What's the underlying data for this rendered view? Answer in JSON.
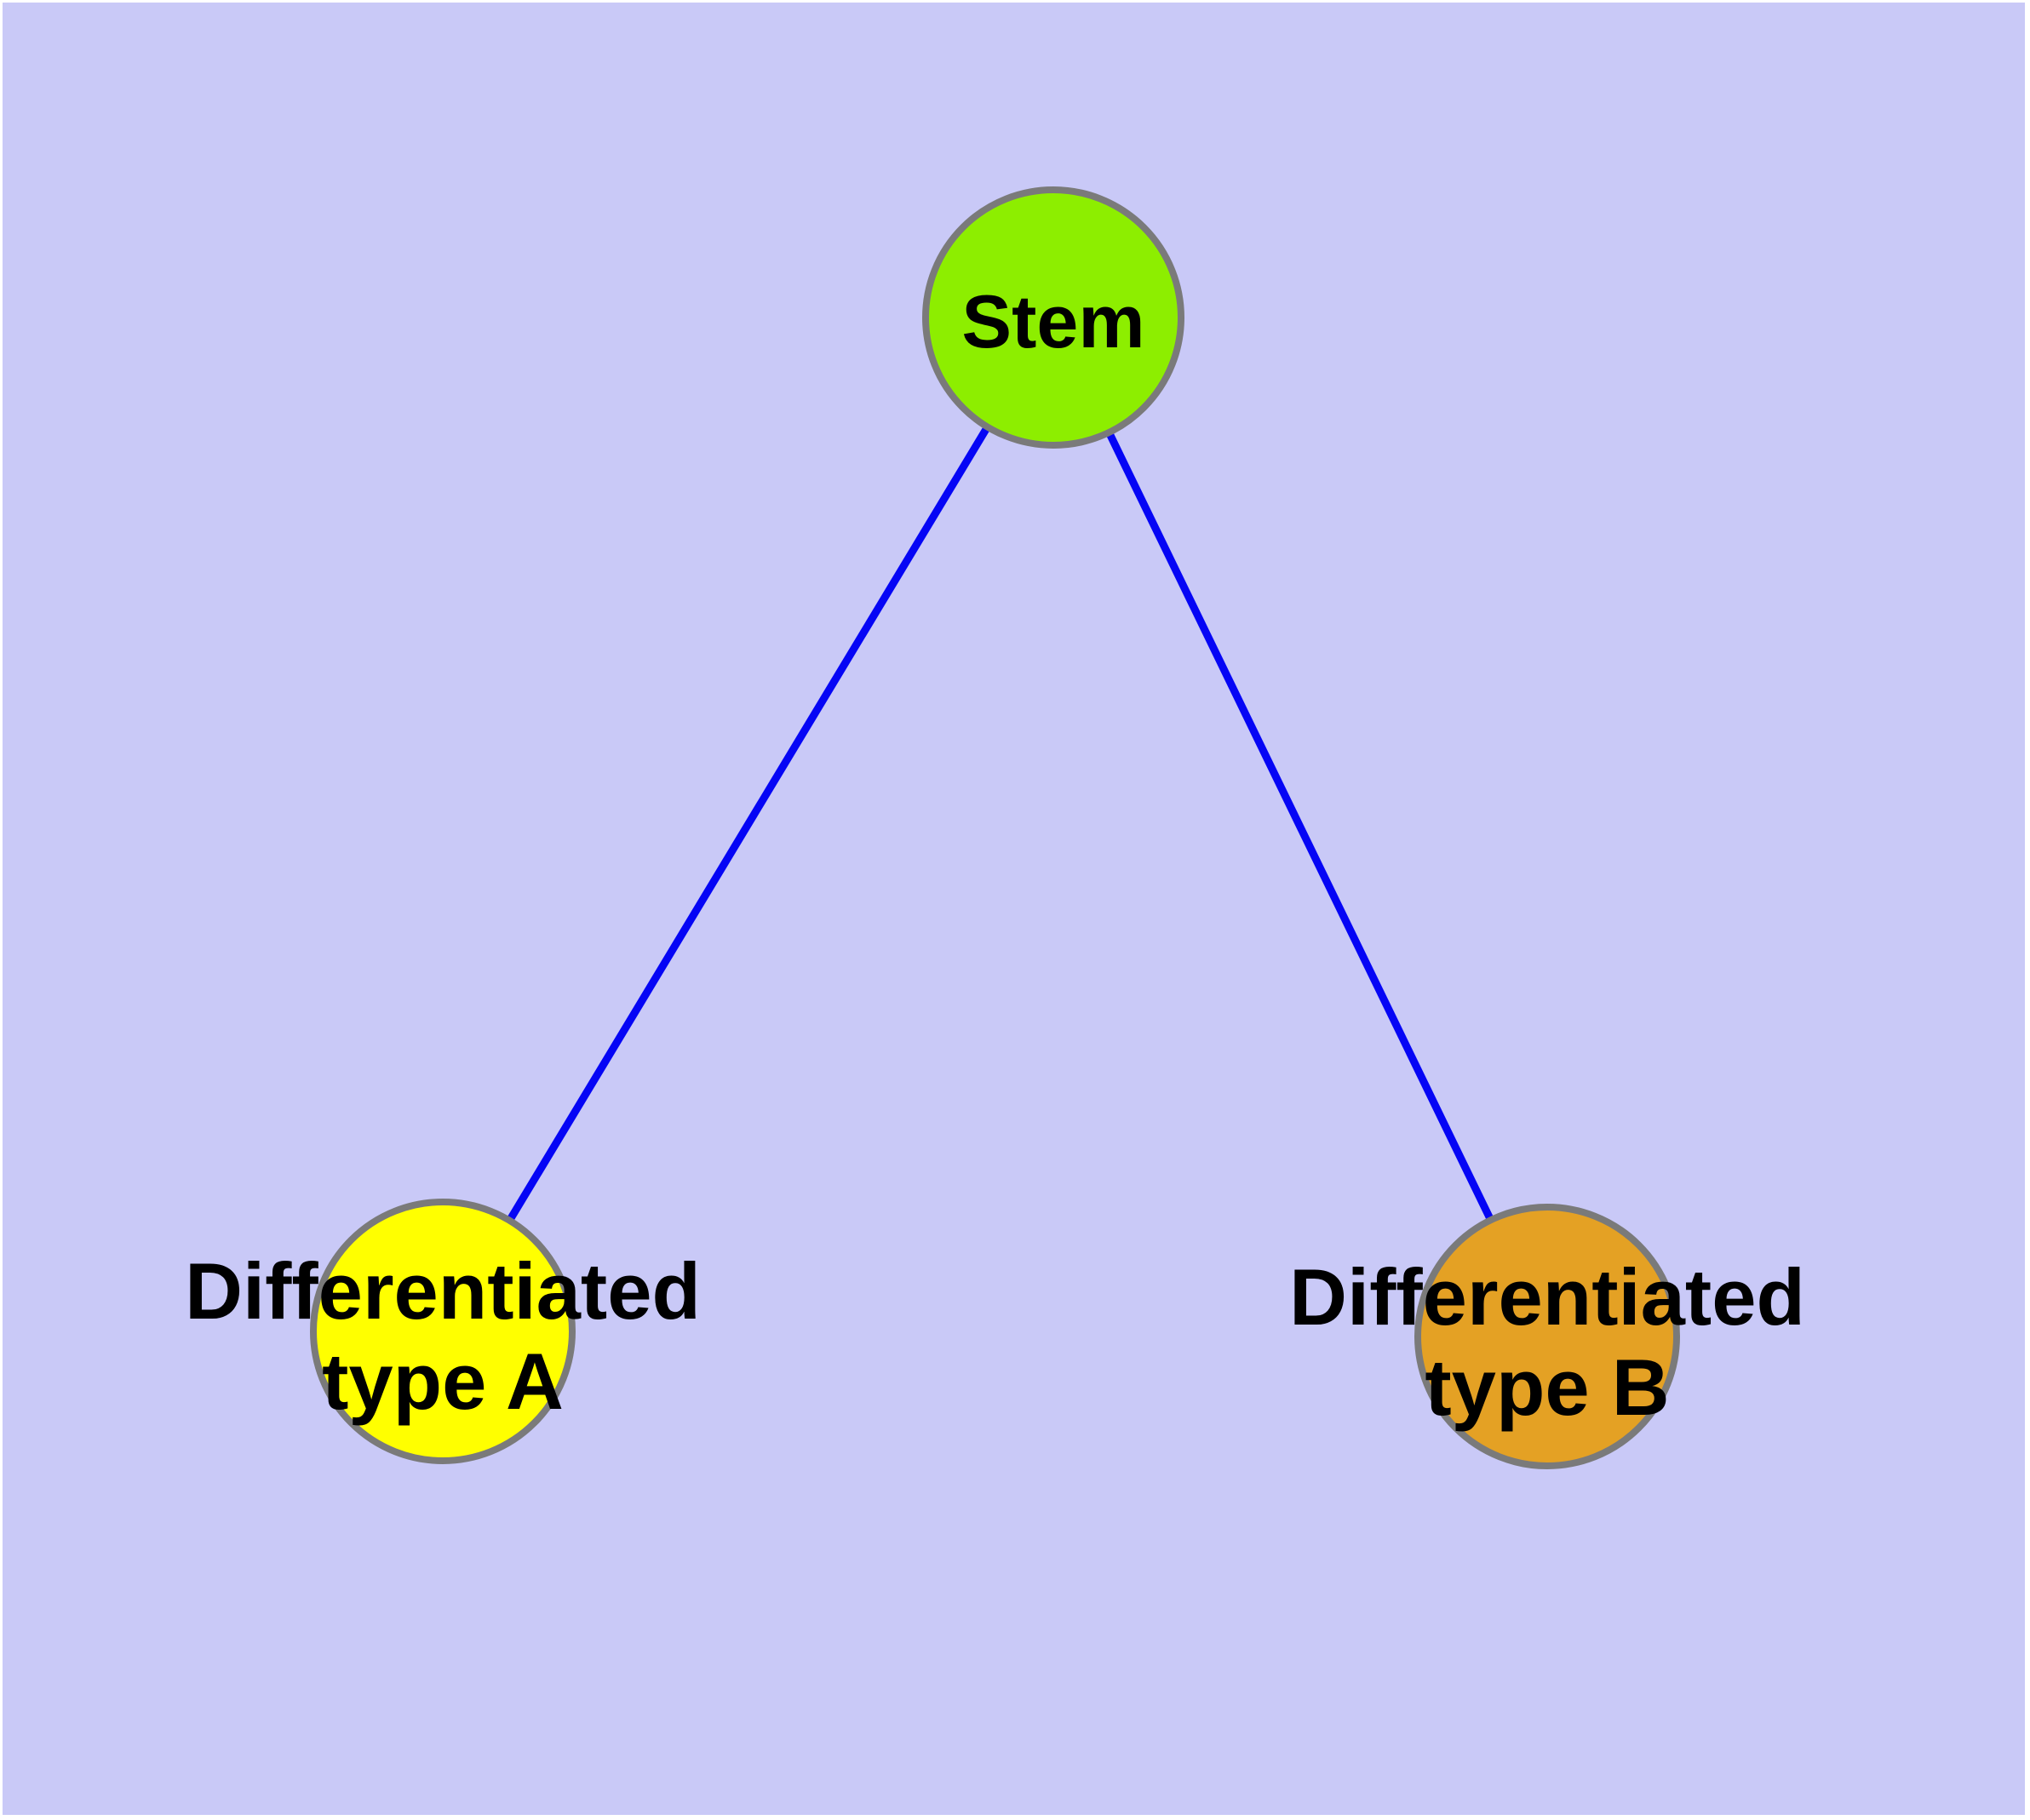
{
  "diagram": {
    "type": "node-link-graph",
    "nodes": {
      "stem": {
        "label": "Stem",
        "fill": "#8dee00",
        "shape": "circle"
      },
      "type_a": {
        "label_line1": "Differentiated",
        "label_line2": "type A",
        "label_full": "Differentiated type A",
        "fill": "#ffff00",
        "shape": "circle"
      },
      "type_b": {
        "label_line1": "Differentiated",
        "label_line2": "type B",
        "label_full": "Differentiated type B",
        "fill": "#e4a124",
        "shape": "circle"
      }
    },
    "edges": [
      {
        "from": "Stem",
        "to": "Differentiated type A"
      },
      {
        "from": "Stem",
        "to": "Differentiated type B"
      }
    ],
    "colors": {
      "background": "#c9c9f7",
      "frame": "#ffffff",
      "edge": "#0505f5",
      "node_border": "#7a7a7a",
      "label_text": "#000000"
    }
  }
}
